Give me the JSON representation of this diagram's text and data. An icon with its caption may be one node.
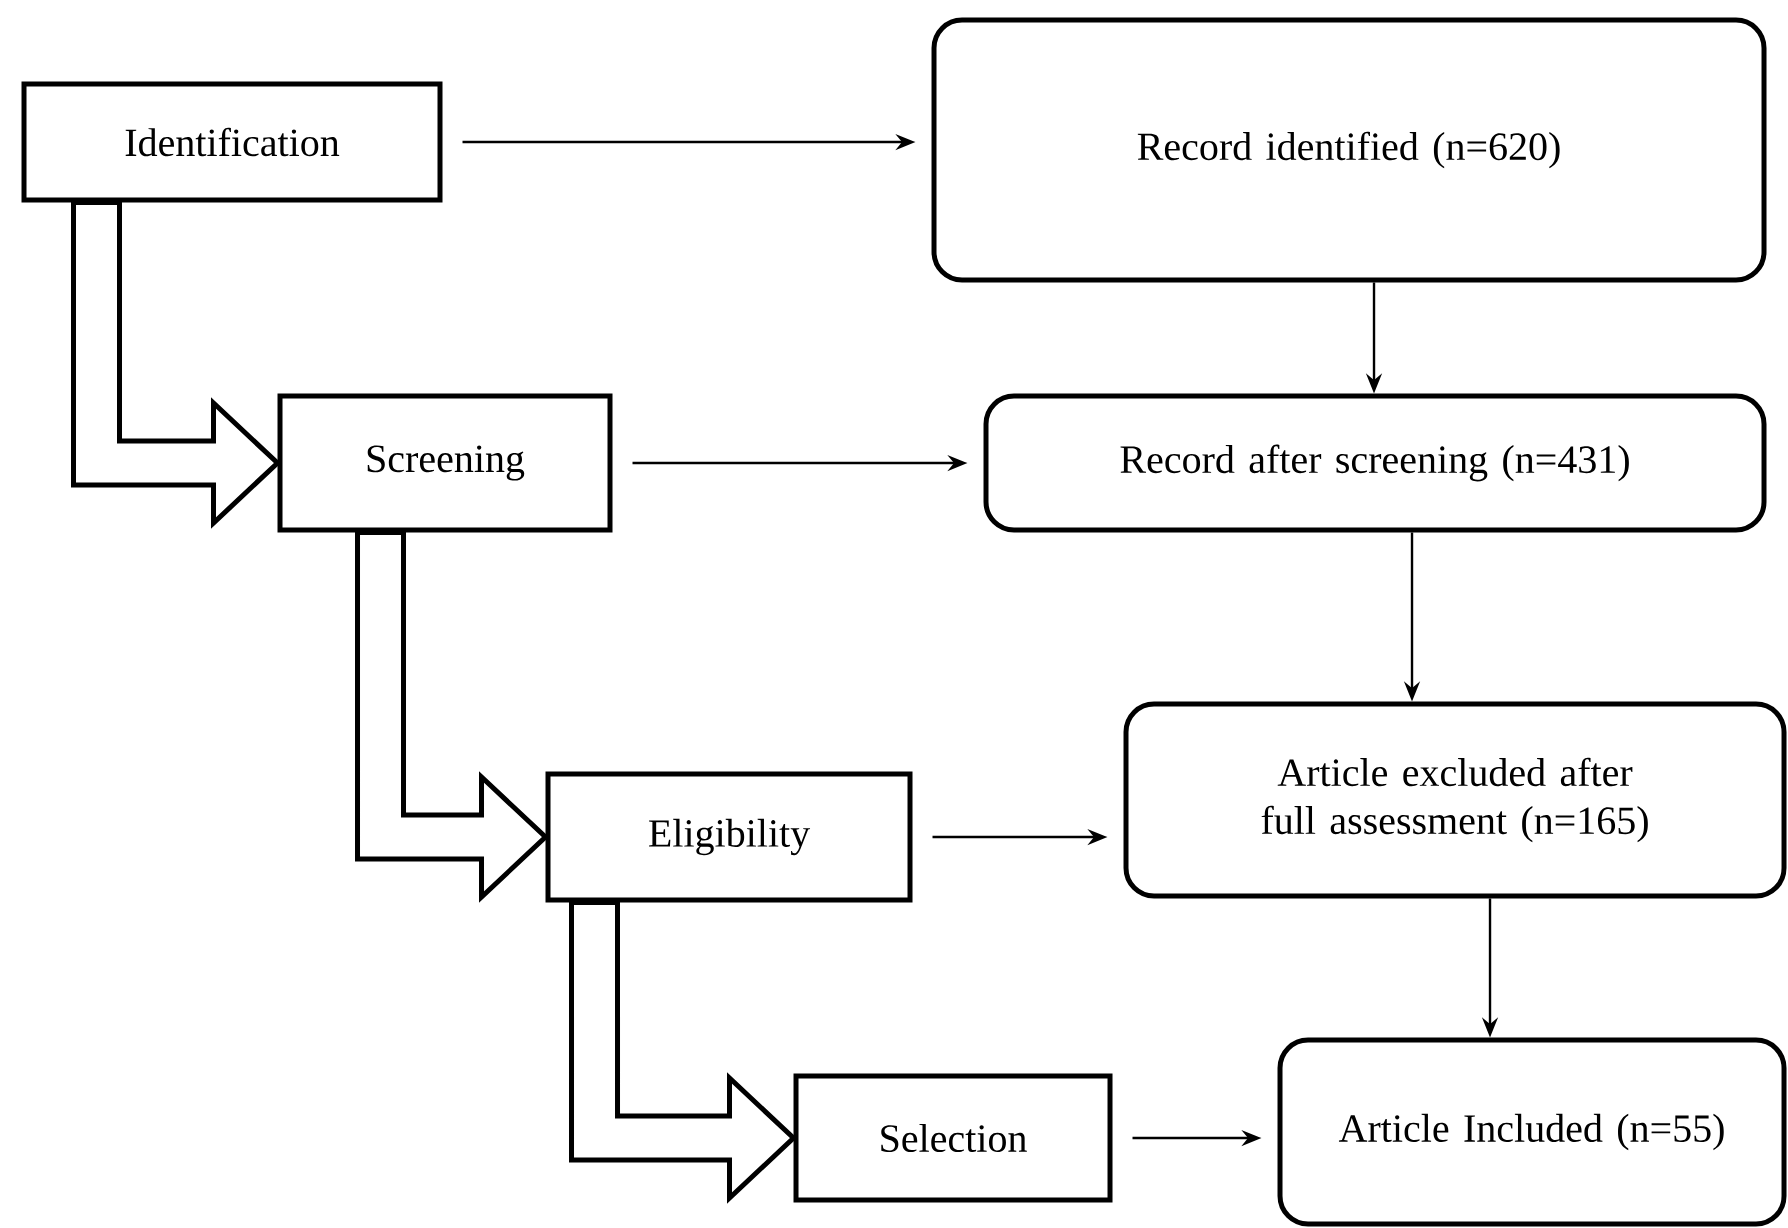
{
  "diagram": {
    "nodes": [
      {
        "text": [
          "Identification"
        ]
      },
      {
        "text": [
          "Record identified (n=620)"
        ]
      },
      {
        "text": [
          "Screening"
        ]
      },
      {
        "text": [
          "Record after screening (n=431)"
        ]
      },
      {
        "text": [
          "Eligibility"
        ]
      },
      {
        "text": [
          "Article excluded after full assessment (n=165)"
        ]
      },
      {
        "text": [
          "Selection"
        ]
      },
      {
        "text": [
          "Article Included (n=55)"
        ]
      }
    ],
    "edges": [
      {
        "from": 0,
        "to": 1,
        "arrow": "to"
      },
      {
        "from": 1,
        "to": 3,
        "arrow": "to"
      },
      {
        "from": 2,
        "to": 3,
        "arrow": "to"
      },
      {
        "from": 3,
        "to": 5,
        "arrow": "to"
      },
      {
        "from": 4,
        "to": 5,
        "arrow": "to"
      },
      {
        "from": 5,
        "to": 7,
        "arrow": "to"
      },
      {
        "from": 6,
        "to": 7,
        "arrow": "to"
      },
      {
        "from": 0,
        "to": 2,
        "arrow": "to",
        "style": "thick"
      },
      {
        "from": 2,
        "to": 4,
        "arrow": "to",
        "style": "thick"
      },
      {
        "from": 4,
        "to": 6,
        "arrow": "to",
        "style": "thick"
      }
    ]
  }
}
